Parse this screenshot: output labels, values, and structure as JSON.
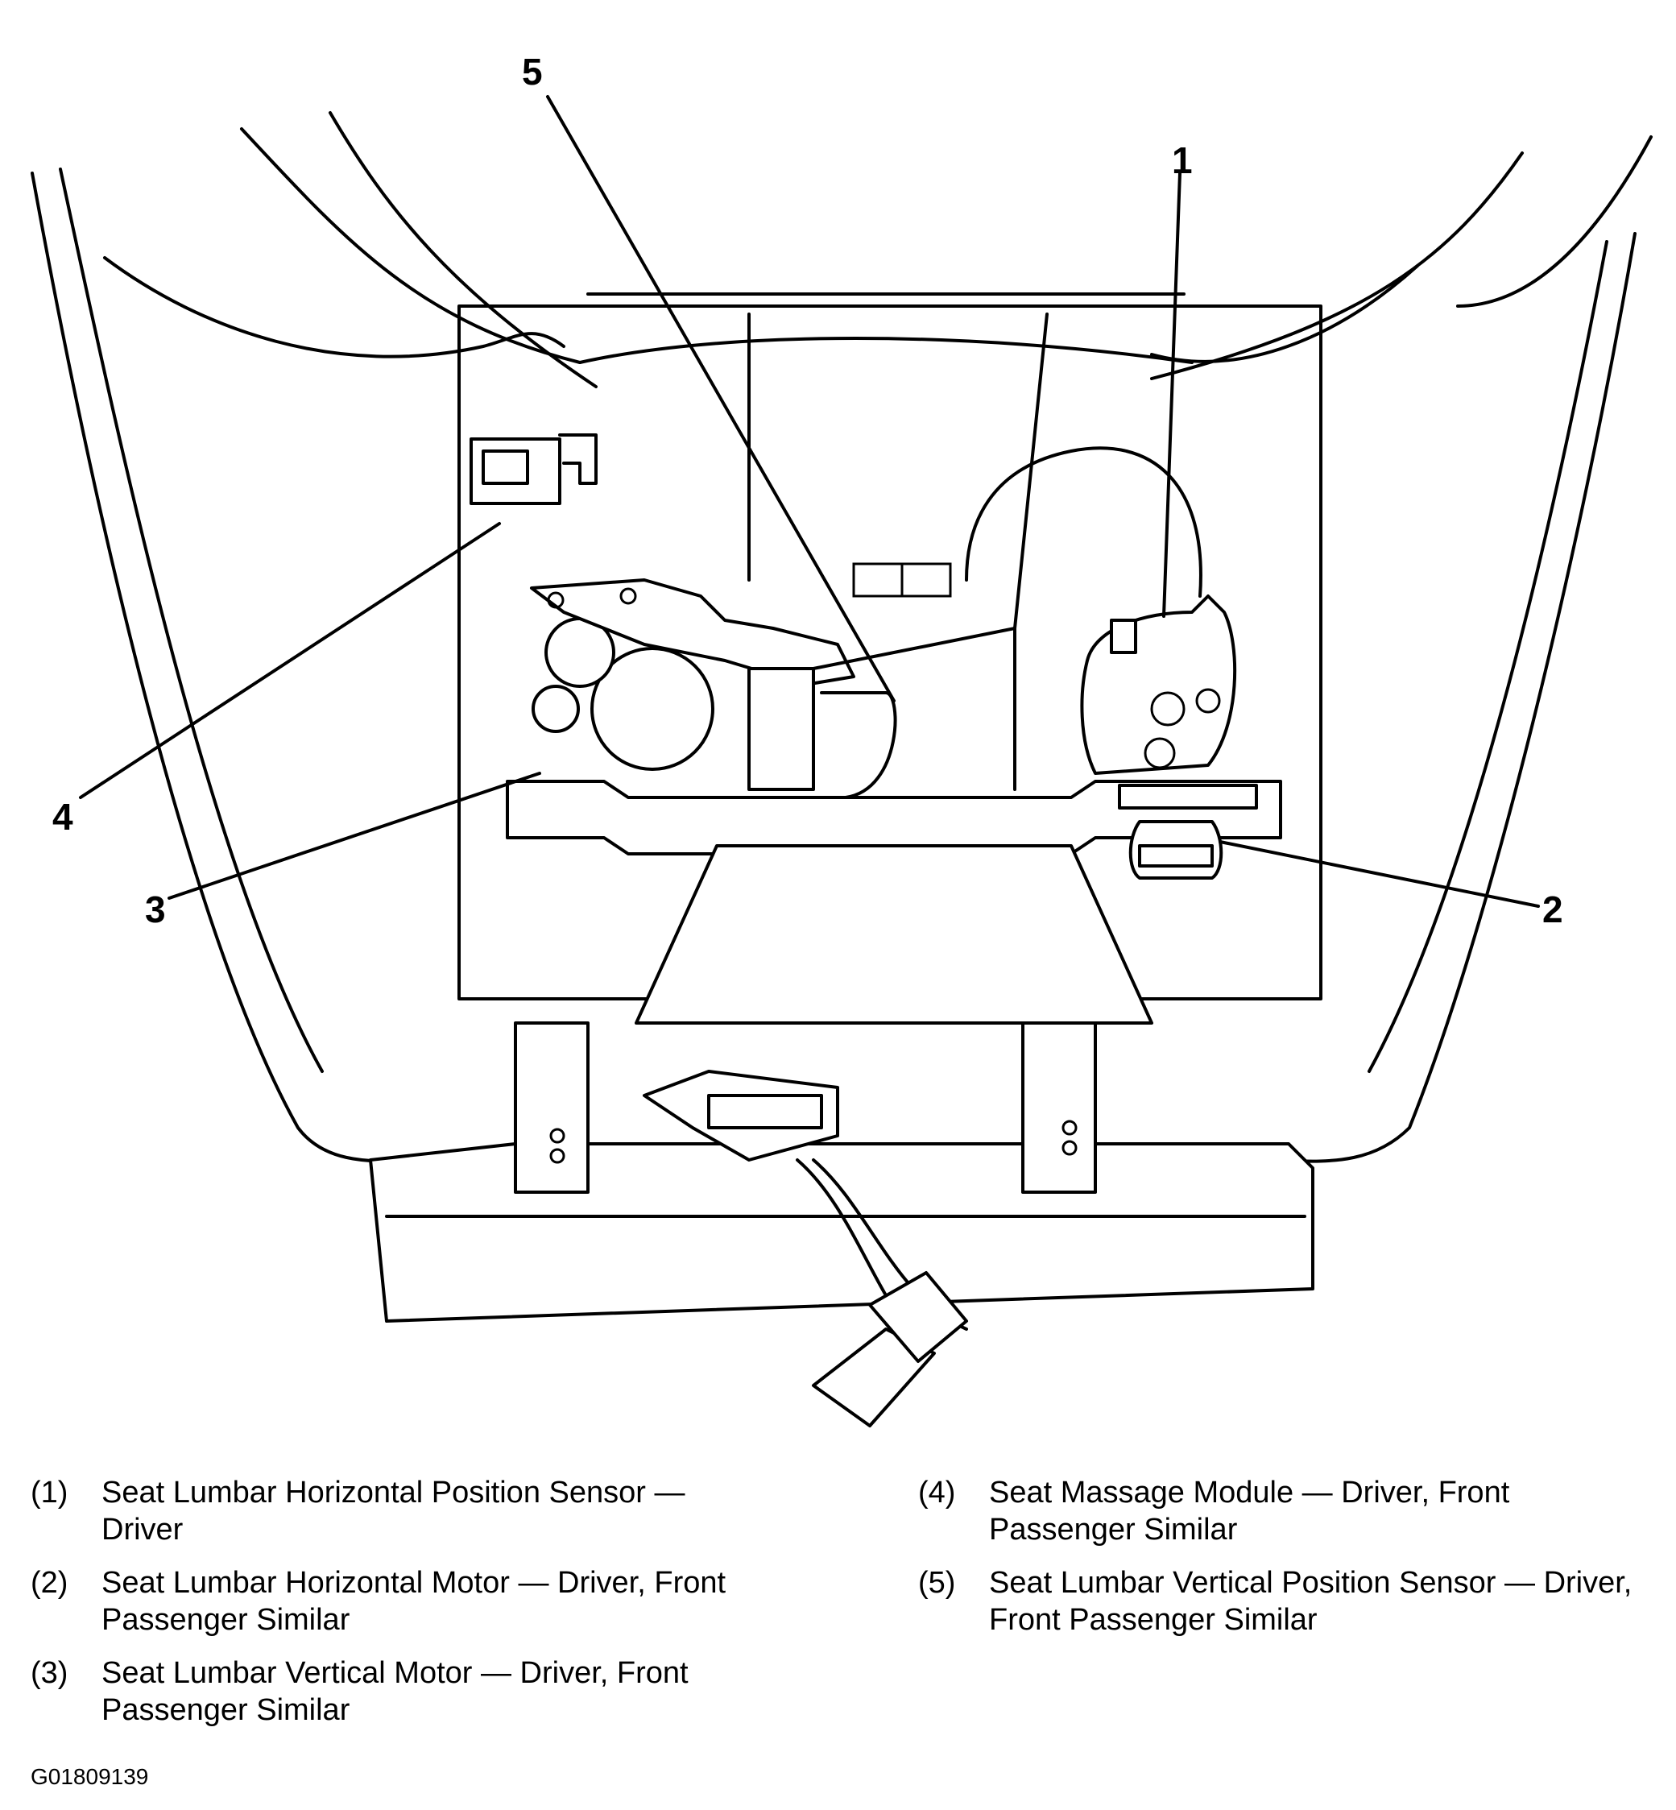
{
  "callouts": [
    "1",
    "2",
    "3",
    "4",
    "5"
  ],
  "legend": {
    "left": [
      {
        "num": "(1)",
        "text": "Seat Lumbar Horizontal Position Sensor — Driver"
      },
      {
        "num": "(2)",
        "text": "Seat Lumbar Horizontal Motor — Driver, Front Passenger Similar"
      },
      {
        "num": "(3)",
        "text": "Seat Lumbar Vertical Motor — Driver, Front Passenger Similar"
      }
    ],
    "right": [
      {
        "num": "(4)",
        "text": "Seat Massage Module — Driver, Front Passenger Similar"
      },
      {
        "num": "(5)",
        "text": "Seat Lumbar Vertical Position Sensor — Driver, Front Passenger Similar"
      }
    ]
  },
  "figure_id": "G01809139"
}
